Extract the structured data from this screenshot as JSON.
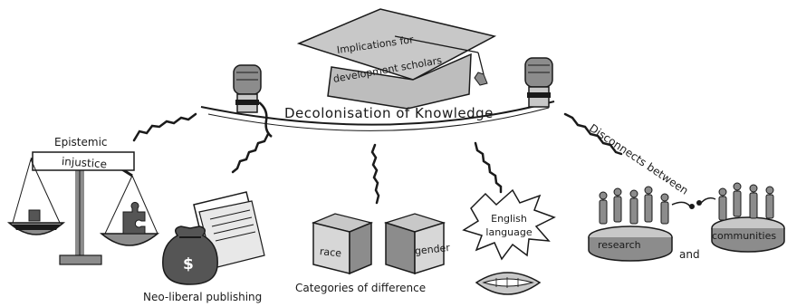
{
  "cap": {
    "line1": "Implications for",
    "line2": "development scholars"
  },
  "banner": "Decolonisation of Knowledge",
  "scales": {
    "line1": "Epistemic",
    "line2": "injustice"
  },
  "money_symbol": "$",
  "publishing": "Neo-liberal publishing",
  "boxes": {
    "left": "race",
    "right": "gender",
    "caption": "Categories of difference"
  },
  "language": {
    "line1": "English",
    "line2": "language"
  },
  "disconnect": {
    "title": "Disconnects between",
    "left": "research",
    "joiner": "and",
    "right": "communities"
  },
  "colors": {
    "ink": "#1a1a1a",
    "light_gray": "#c8c8c8",
    "mid_gray": "#8c8c8c",
    "dark_gray": "#555555"
  }
}
